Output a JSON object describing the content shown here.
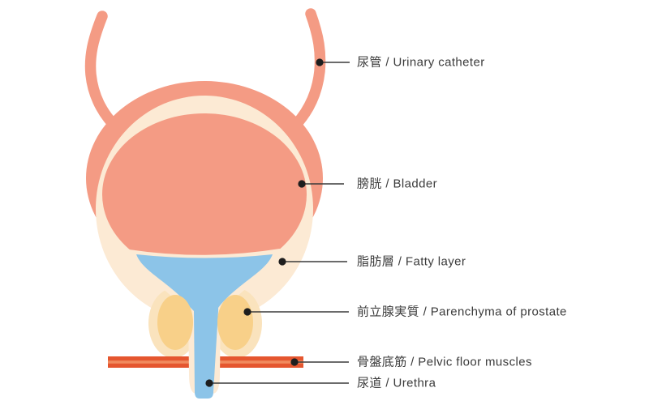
{
  "labels": [
    {
      "text": "尿管 / Urinary catheter"
    },
    {
      "text": "膀胱 / Bladder"
    },
    {
      "text": "脂肪層 / Fatty layer"
    },
    {
      "text": "前立腺実質 / Parenchyma of prostate"
    },
    {
      "text": "骨盤底筋 / Pelvic floor muscles"
    },
    {
      "text": "尿道 / Urethra"
    }
  ],
  "colors": {
    "background": "#ffffff",
    "salmon": "#f49b84",
    "cream": "#fcead4",
    "prostate_halo": "#fae3bd",
    "prostate_lobe": "#f8d089",
    "fluid_blue": "#8cc4e8",
    "muscle_dark": "#e5562f",
    "muscle_light": "#f18a5e",
    "leader_line": "#3a3a3a",
    "dot": "#1e1e1e",
    "label_text": "#3b3b3b"
  }
}
